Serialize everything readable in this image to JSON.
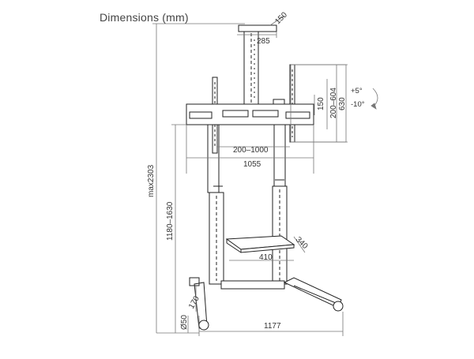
{
  "title": "Dimensions (mm)",
  "dimensions": {
    "top_depth": "150",
    "top_width": "285",
    "bracket_height": "150",
    "bracket_range": "200–604",
    "screen_offset": "630",
    "tilt_up": "+5°",
    "tilt_down": "-10°",
    "vesa_range": "200–1000",
    "bracket_width": "1055",
    "max_height": "max2303",
    "column_range": "1180–1630",
    "shelf_depth": "340",
    "shelf_width": "410",
    "wheel_height": "170",
    "wheel_diameter": "Ø50",
    "base_width": "1177"
  },
  "colors": {
    "line": "#222222",
    "dimension_line": "#777777",
    "text": "#333333"
  }
}
